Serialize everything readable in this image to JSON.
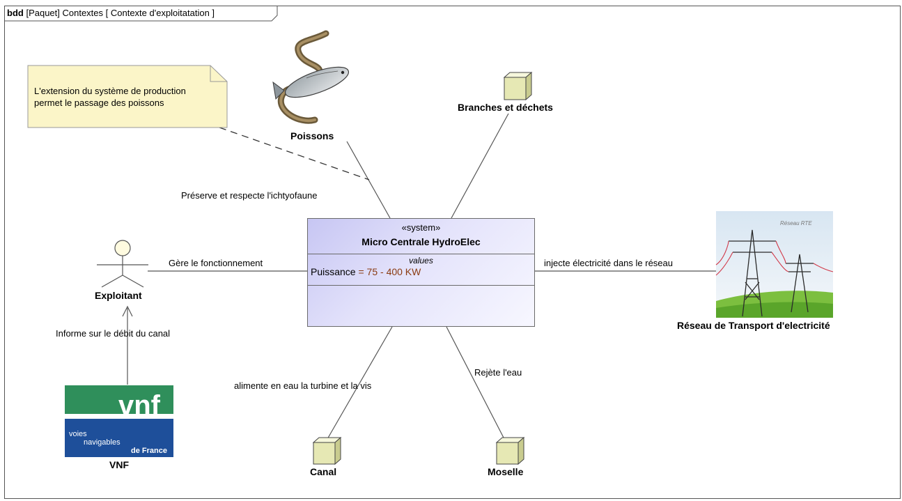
{
  "frame": {
    "kind": "bdd",
    "title": "[Paquet] Contextes [ Contexte d'exploitatation ]"
  },
  "note": {
    "text": "L'extension du système de production permet le passage des poissons"
  },
  "system_block": {
    "stereotype": "«system»",
    "name": "Micro Centrale HydroElec",
    "compartment": "values",
    "property_name": "Puissance",
    "property_value": " = 75 - 400 KW"
  },
  "actors": {
    "exploitant": "Exploitant"
  },
  "elements": {
    "poissons": "Poissons",
    "branches": "Branches et déchets",
    "reseau": "Réseau de Transport d'electricité",
    "vnf": "VNF",
    "canal": "Canal",
    "moselle": "Moselle"
  },
  "associations": {
    "poissons": "Préserve et respecte l'ichtyofaune",
    "exploitant": "Gère le fonctionnement",
    "reseau": "injecte électricité dans le réseau",
    "vnf": "Informe sur le débit du canal",
    "canal": "alimente en eau la turbine et la vis",
    "moselle": "Rejète l'eau"
  },
  "images": {
    "reseau_caption": "Réseau RTE",
    "vnf_logo": "vnf",
    "vnf_line1": "voies",
    "vnf_line2": "navigables",
    "vnf_line3": "de France"
  },
  "colors": {
    "block_fill": "#d8d7f8",
    "note_fill": "#fbf5c8",
    "cube_fill": "#eef0c6",
    "vnf_green": "#2f8f5b",
    "vnf_blue": "#1e4f9a"
  }
}
